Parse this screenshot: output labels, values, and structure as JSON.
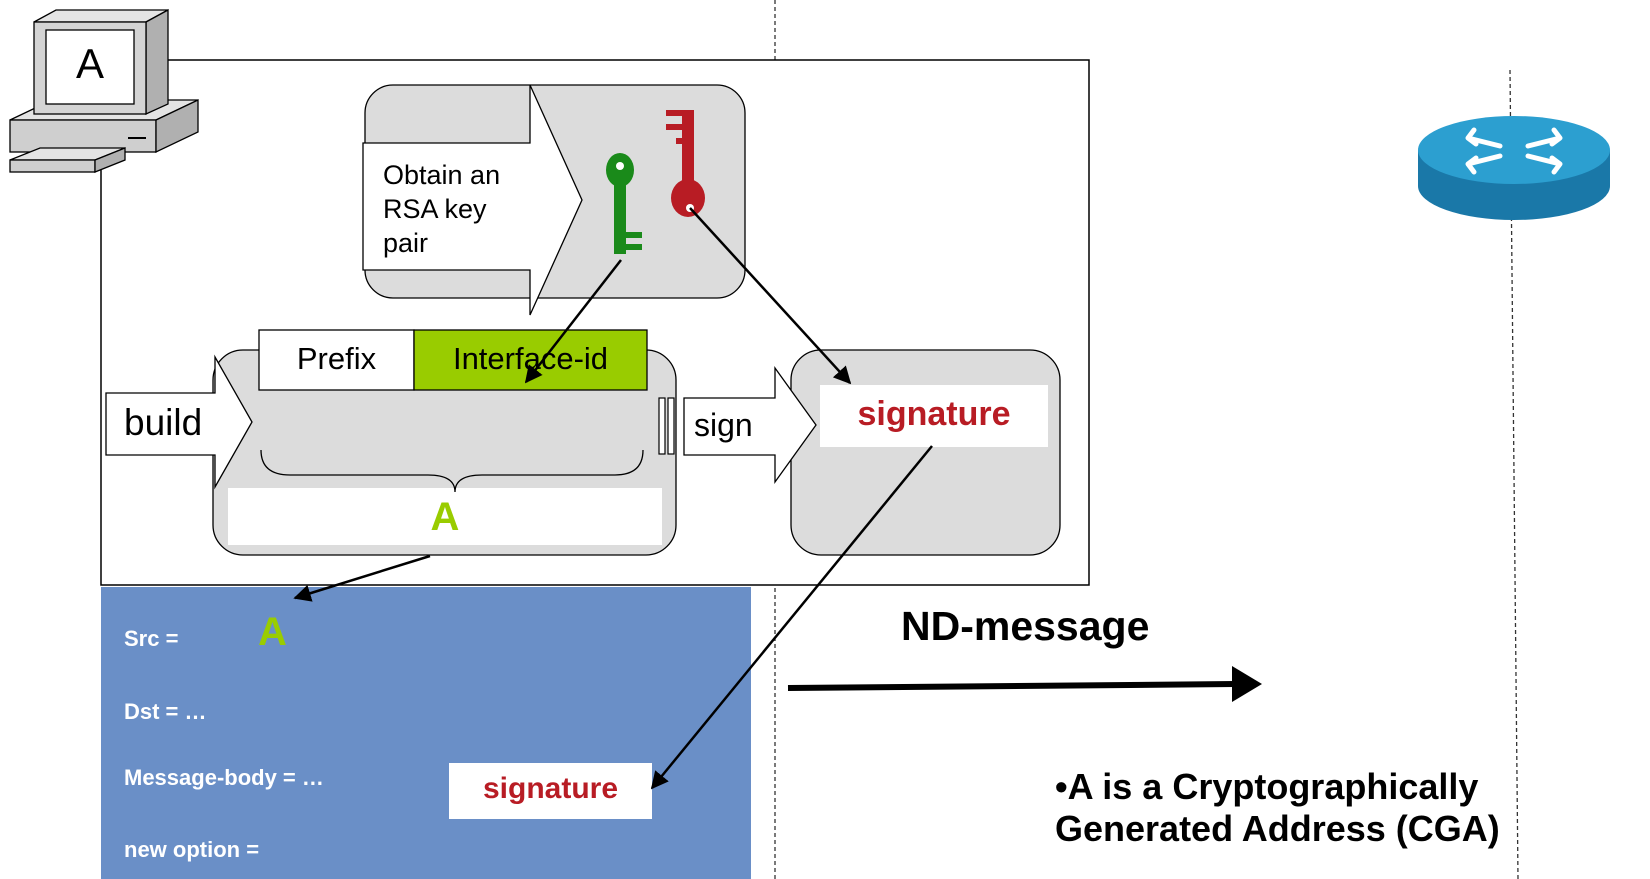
{
  "computer": {
    "label": "A"
  },
  "keygen": {
    "line1": "Obtain an",
    "line2": "RSA key",
    "line3": "pair"
  },
  "address": {
    "prefix": "Prefix",
    "interface_id": "Interface-id",
    "result": "A"
  },
  "steps": {
    "build": "build",
    "sign": "sign"
  },
  "signature_label": "signature",
  "message": {
    "src_label": "Src =",
    "src_value": "A",
    "dst_label": "Dst = …",
    "body_label": "Message-body = …",
    "option_label": "new option =",
    "option_value": "signature"
  },
  "nd_message": "ND-message",
  "note": {
    "line1": "•A is a Cryptographically",
    "line2": "Generated Address (CGA)"
  },
  "colors": {
    "green_key": "#1a8a1a",
    "red_key": "#b81c24",
    "address_green": "#99cc00",
    "message_panel": "#6a8fc7",
    "router_blue": "#1e83b8"
  }
}
